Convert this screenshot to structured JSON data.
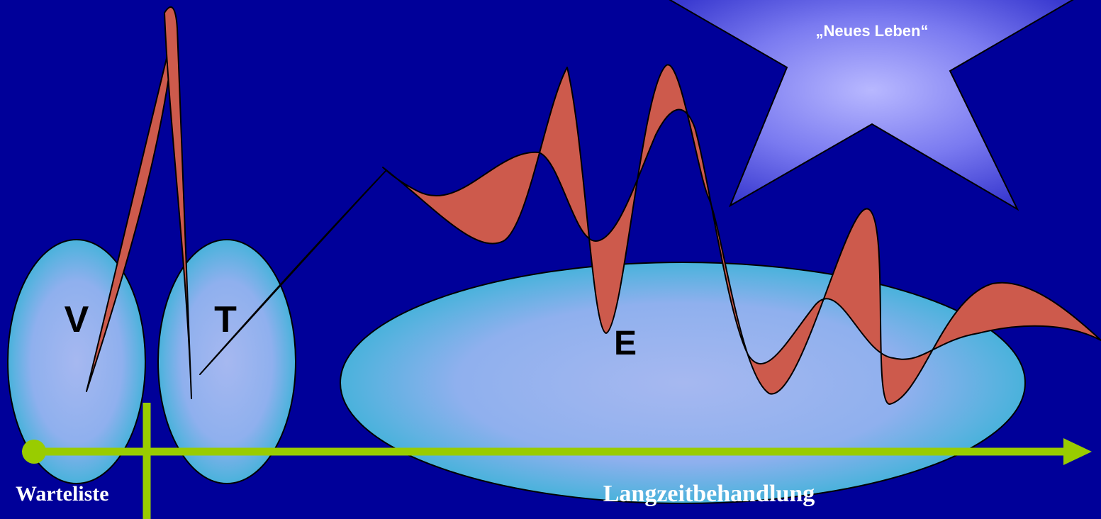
{
  "colors": {
    "background": "#000099",
    "ellipse_fill_center": "#a6b8f0",
    "ellipse_fill_edge": "#35b3d6",
    "wave_fill": "#cd5a4c",
    "timeline": "#99cc00",
    "star_center": "#a8a8ff",
    "star_edge": "#3a3ad0",
    "label_dark": "#000000",
    "label_light": "#ffffff"
  },
  "star": {
    "label": "„Neues Leben“",
    "icon": "star-shape"
  },
  "phases": [
    {
      "id": "v",
      "label": "V"
    },
    {
      "id": "t",
      "label": "T"
    },
    {
      "id": "e",
      "label": "E"
    }
  ],
  "timeline": {
    "start_label": "Warteliste",
    "main_label": "Langzeitbehandlung"
  }
}
